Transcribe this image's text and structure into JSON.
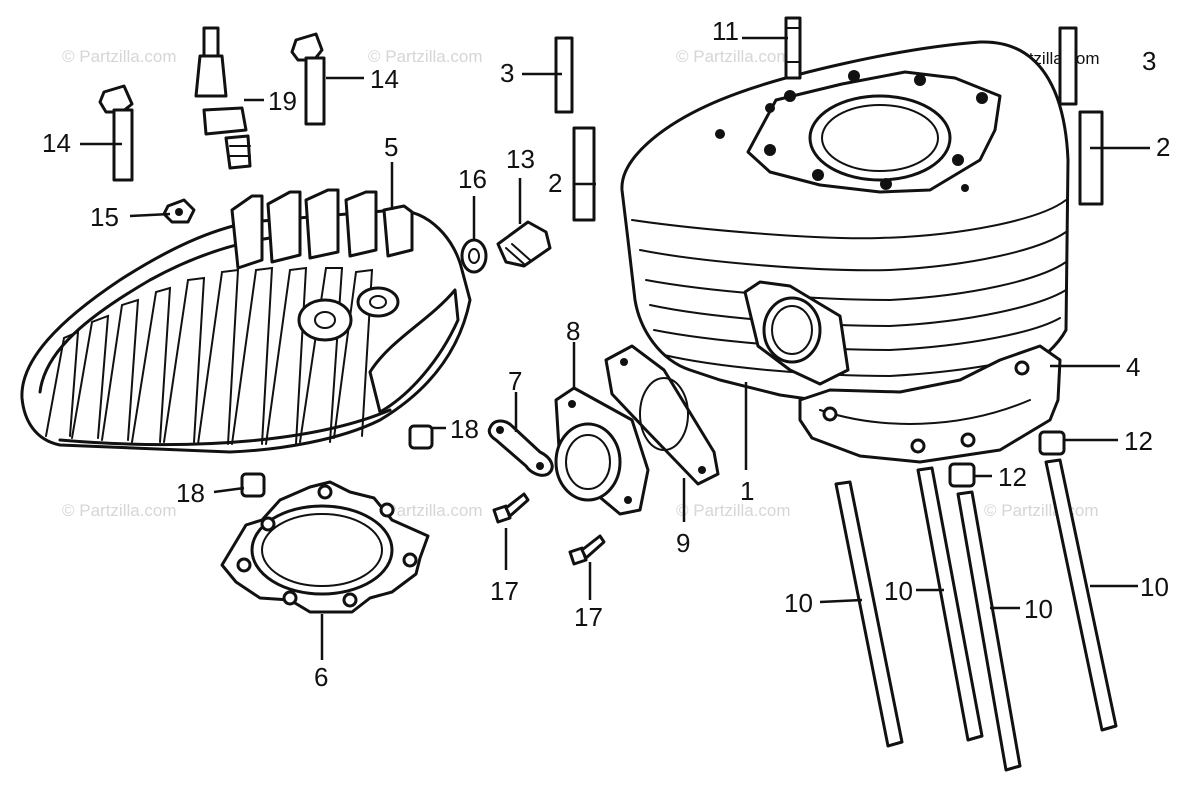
{
  "copyright": "© Partzilla.com",
  "watermark": "© Partzilla.com",
  "callouts": {
    "c1": "1",
    "c2a": "2",
    "c2b": "2",
    "c3a": "3",
    "c3b": "3",
    "c4": "4",
    "c5": "5",
    "c6": "6",
    "c7": "7",
    "c8": "8",
    "c9": "9",
    "c10a": "10",
    "c10b": "10",
    "c10c": "10",
    "c10d": "10",
    "c11": "11",
    "c12a": "12",
    "c12b": "12",
    "c13": "13",
    "c14a": "14",
    "c14b": "14",
    "c15": "15",
    "c16": "16",
    "c17a": "17",
    "c17b": "17",
    "c18a": "18",
    "c18b": "18",
    "c19": "19"
  }
}
